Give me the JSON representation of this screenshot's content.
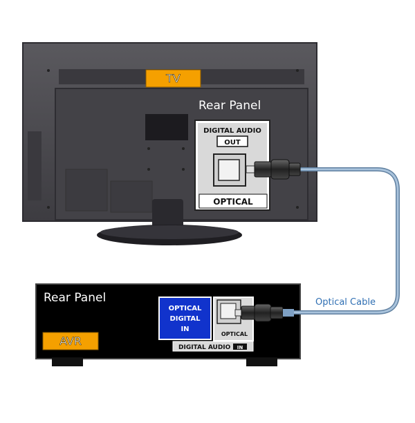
{
  "tv": {
    "badge": "TV",
    "rear_panel_label": "Rear Panel",
    "port_header": "DIGITAL AUDIO",
    "port_direction": "OUT",
    "port_type": "OPTICAL"
  },
  "avr": {
    "rear_panel_label": "Rear Panel",
    "badge": "AVR",
    "input_label_line1": "OPTICAL",
    "input_label_line2": "DIGITAL",
    "input_label_line3": "IN",
    "port_type": "OPTICAL",
    "port_footer": "DIGITAL AUDIO",
    "port_direction": "IN"
  },
  "cable": {
    "label": "Optical Cable"
  },
  "colors": {
    "badge_orange": "#f5a000",
    "tv_body": "#48474c",
    "avr_body": "#000000",
    "avr_input_blue": "#1133cc",
    "cable": "#7ea0c4",
    "cable_label": "#2f6fb3"
  }
}
